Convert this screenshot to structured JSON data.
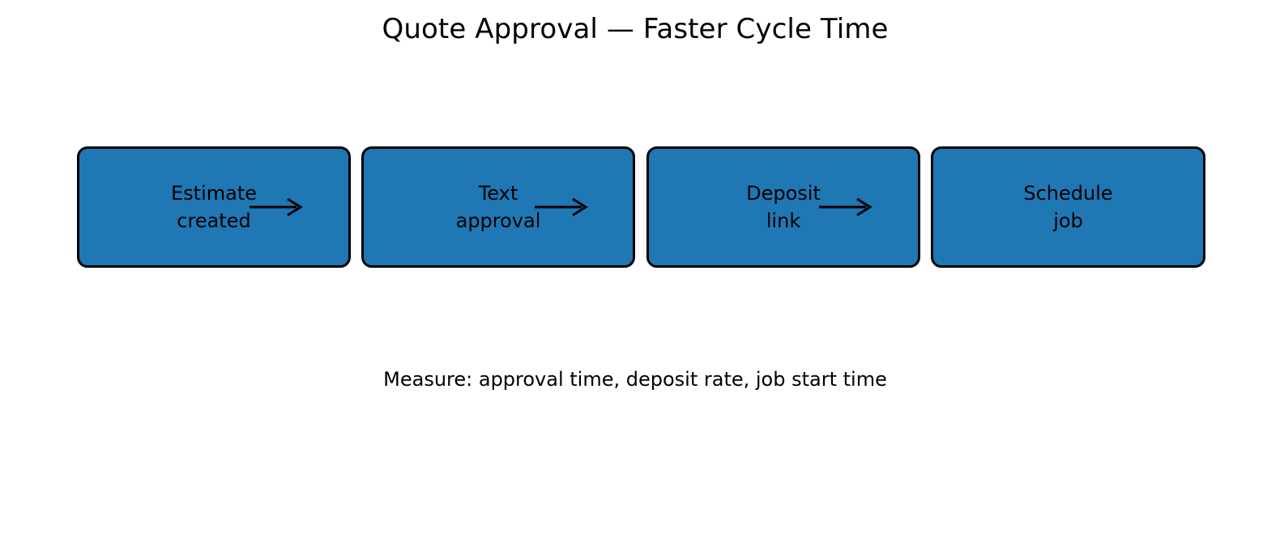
{
  "figure": {
    "title": "Quote Approval — Faster Cycle Time",
    "caption": "Measure: approval time, deposit rate, job start time",
    "background_color": "#ffffff",
    "node_fill_color": "#1f77b4",
    "node_border_color": "#000000",
    "text_color": "#000000",
    "arrow_color": "#000000"
  },
  "chart_data": {
    "type": "diagram",
    "diagram_kind": "horizontal-flow",
    "title": "Quote Approval — Faster Cycle Time",
    "caption": "Measure: approval time, deposit rate, job start time",
    "orientation": "left-to-right",
    "node_count": 4,
    "nodes": [
      {
        "id": "estimate-created",
        "line1": "Estimate",
        "line2": "created",
        "label": "Estimate\ncreated",
        "order": 1
      },
      {
        "id": "text-approval",
        "line1": "Text",
        "line2": "approval",
        "label": "Text\napproval",
        "order": 2
      },
      {
        "id": "deposit-link",
        "line1": "Deposit",
        "line2": "link",
        "label": "Deposit\nlink",
        "order": 3
      },
      {
        "id": "schedule-job",
        "line1": "Schedule",
        "line2": "job",
        "label": "Schedule\njob",
        "order": 4
      }
    ],
    "edges": [
      {
        "from": "estimate-created",
        "to": "text-approval",
        "style": "arrow",
        "label": ""
      },
      {
        "from": "text-approval",
        "to": "deposit-link",
        "style": "arrow",
        "label": ""
      },
      {
        "from": "deposit-link",
        "to": "schedule-job",
        "style": "arrow",
        "label": ""
      }
    ],
    "legend": [],
    "grid": false
  }
}
